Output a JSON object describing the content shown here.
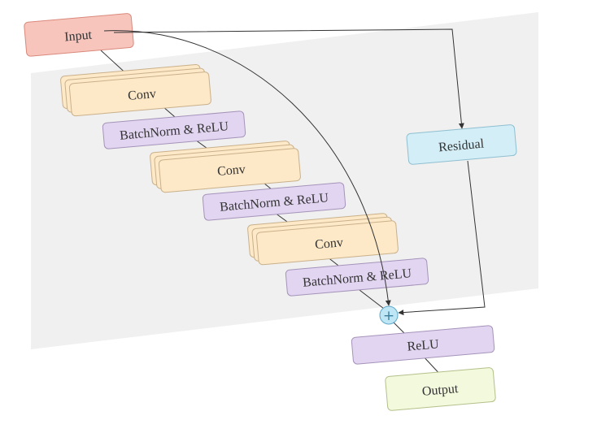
{
  "diagram": {
    "nodes": {
      "input": {
        "label": "Input",
        "fill": "#f8c5bd",
        "stroke": "#d9897b"
      },
      "conv1": {
        "label": "Conv",
        "fill": "#fde9c8",
        "stroke": "#c9b08a"
      },
      "bn1": {
        "label": "BatchNorm & ReLU",
        "fill": "#e2d5f1",
        "stroke": "#a593b9"
      },
      "conv2": {
        "label": "Conv",
        "fill": "#fde9c8",
        "stroke": "#c9b08a"
      },
      "bn2": {
        "label": "BatchNorm & ReLU",
        "fill": "#e2d5f1",
        "stroke": "#a593b9"
      },
      "conv3": {
        "label": "Conv",
        "fill": "#fde9c8",
        "stroke": "#c9b08a"
      },
      "bn3": {
        "label": "BatchNorm & ReLU",
        "fill": "#e2d5f1",
        "stroke": "#a593b9"
      },
      "residual": {
        "label": "Residual",
        "fill": "#d3eef7",
        "stroke": "#8fbfd0"
      },
      "add": {
        "symbol": "+",
        "fill": "#bfe6f5",
        "stroke": "#5ea9c8"
      },
      "relu": {
        "label": "ReLU",
        "fill": "#e2d5f1",
        "stroke": "#a593b9"
      },
      "output": {
        "label": "Output",
        "fill": "#f3f9dc",
        "stroke": "#b3c08a"
      }
    },
    "panel_color": "#f0f0f0",
    "edge_color": "#333333"
  }
}
